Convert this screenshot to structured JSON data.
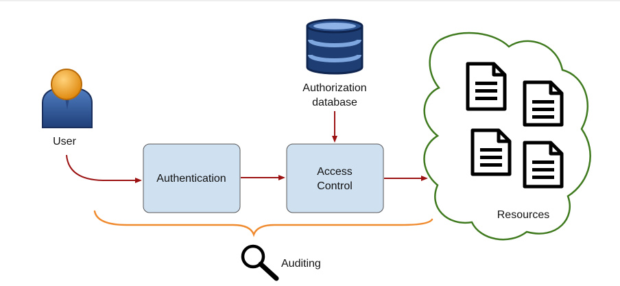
{
  "diagram": {
    "nodes": {
      "user": {
        "label": "User",
        "icon": "user-icon"
      },
      "authentication": {
        "label": "Authentication"
      },
      "access_control": {
        "label_line1": "Access",
        "label_line2": "Control"
      },
      "authz_db": {
        "label_line1": "Authorization",
        "label_line2": "database",
        "icon": "database-icon"
      },
      "resources": {
        "label": "Resources",
        "icon": "cloud-outline",
        "items": [
          "document-icon",
          "document-icon",
          "document-icon",
          "document-icon"
        ]
      },
      "auditing": {
        "label": "Auditing",
        "icon": "magnifier-icon"
      }
    },
    "edges": [
      {
        "from": "user",
        "to": "authentication"
      },
      {
        "from": "authentication",
        "to": "access_control"
      },
      {
        "from": "authz_db",
        "to": "access_control"
      },
      {
        "from": "access_control",
        "to": "resources"
      }
    ],
    "colors": {
      "arrow": "#9b1111",
      "box_fill": "#cfe0f1",
      "box_stroke": "#555555",
      "cloud_stroke": "#3f7a1f",
      "brace": "#f08a2e",
      "db_fill": "#1d3d73",
      "user_head": "#f0a020",
      "user_body": "#2e5593"
    }
  }
}
